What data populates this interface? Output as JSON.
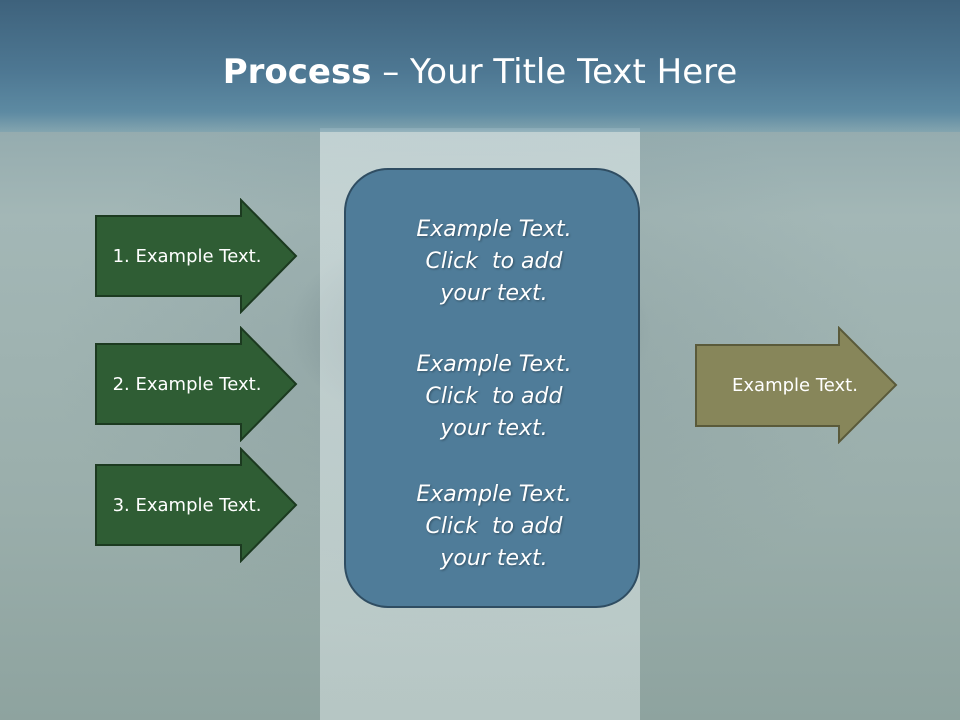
{
  "slide": {
    "title_bold": "Process",
    "title_rest": " – Your Title Text Here"
  },
  "inputs": [
    {
      "label": "1. Example Text."
    },
    {
      "label": "2. Example Text."
    },
    {
      "label": "3. Example Text."
    }
  ],
  "center": {
    "blocks": [
      {
        "lines": [
          "Example Text.",
          "Click  to add",
          "your text."
        ]
      },
      {
        "lines": [
          "Example Text.",
          "Click  to add",
          "your text."
        ]
      },
      {
        "lines": [
          "Example Text.",
          "Click  to add",
          "your text."
        ]
      }
    ]
  },
  "output": {
    "label": "Example Text."
  },
  "colors": {
    "input_arrow_fill": "#2f5d34",
    "input_arrow_stroke": "#1c3a20",
    "center_fill": "#4f7c99",
    "output_arrow_fill": "#87865a",
    "output_arrow_stroke": "#5a5a3a",
    "header": "#4e7893"
  }
}
